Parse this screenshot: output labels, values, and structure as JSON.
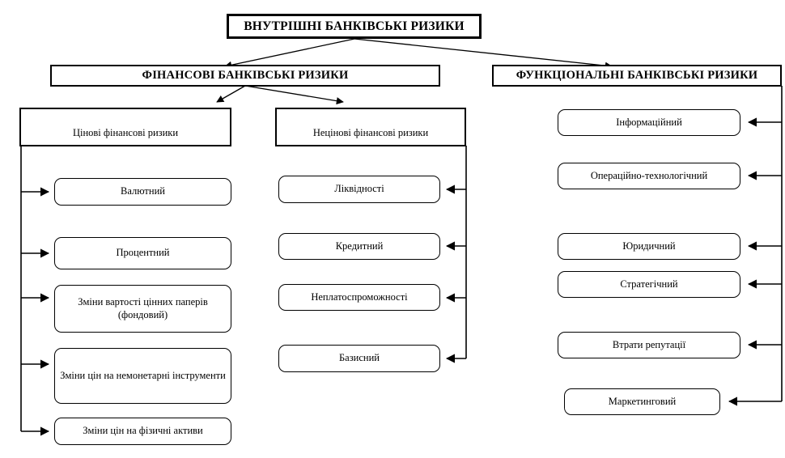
{
  "diagram": {
    "title": "ВНУТРІШНІ БАНКІВСЬКІ РИЗИКИ",
    "root": {
      "id": "root",
      "label": "ВНУТРІШНІ БАНКІВСЬКІ РИЗИКИ"
    },
    "categories": {
      "financial": "ФІНАНСОВІ БАНКІВСЬКІ РИЗИКИ",
      "functional": "ФУНКЦІОНАЛЬНІ БАНКІВСЬКІ РИЗИКИ"
    },
    "groups": {
      "price": "Цінові фінансові ризики",
      "nonprice": "Нецінові фінансові ризики"
    },
    "price_items": [
      {
        "label": "Валютний"
      },
      {
        "label": "Процентний"
      },
      {
        "label": "Зміни вартості цінних паперів (фондовий)"
      },
      {
        "label": "Зміни цін на немонетарні інструменти"
      },
      {
        "label": "Зміни цін на фізичні активи"
      }
    ],
    "nonprice_items": [
      {
        "label": "Ліквідності"
      },
      {
        "label": "Кредитний"
      },
      {
        "label": "Неплатоспроможності"
      },
      {
        "label": "Базисний"
      }
    ],
    "functional_items": [
      {
        "label": "Інформаційний"
      },
      {
        "label": "Операційно-технологічний"
      },
      {
        "label": "Юридичний"
      },
      {
        "label": "Стратегічний"
      },
      {
        "label": "Втрати репутації"
      },
      {
        "label": "Маркетинговий"
      }
    ],
    "colors": {
      "line": "#000000",
      "box_fill": "#ffffff",
      "text": "#000000"
    }
  }
}
